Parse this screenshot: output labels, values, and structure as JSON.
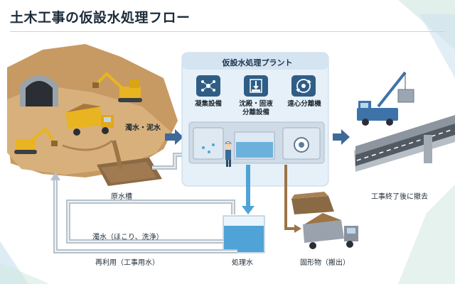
{
  "title": "土木工事の仮設水処理フロー",
  "plant": {
    "title": "仮設水処理プラント",
    "units": [
      {
        "icon": "coagulation-icon",
        "label": "凝集設備"
      },
      {
        "icon": "sedimentation-icon",
        "label_line1": "沈殿・固液",
        "label_line2": "分離設備"
      },
      {
        "icon": "centrifuge-icon",
        "label": "遠心分離機"
      }
    ]
  },
  "labels": {
    "muddy_water": "濁水・泥水",
    "raw_tank": "原水槽",
    "dust_wash": "濁水（ほこり、洗浄）",
    "reuse": "再利用（工事用水）",
    "treated": "処理水",
    "solids": "固形物（搬出）",
    "removal": "工事終了後に撤去"
  },
  "colors": {
    "title": "#1c2b3a",
    "plant_panel": "#e6f0f8",
    "icon_tile": "#2f5d86",
    "arrow_blue": "#3d6a98",
    "pipe_grey": "#b7c2cc",
    "water": "#4fa3d6",
    "soil": "#c79a63",
    "machine_yellow": "#e9b421",
    "truck_blue": "#3d73a8"
  }
}
